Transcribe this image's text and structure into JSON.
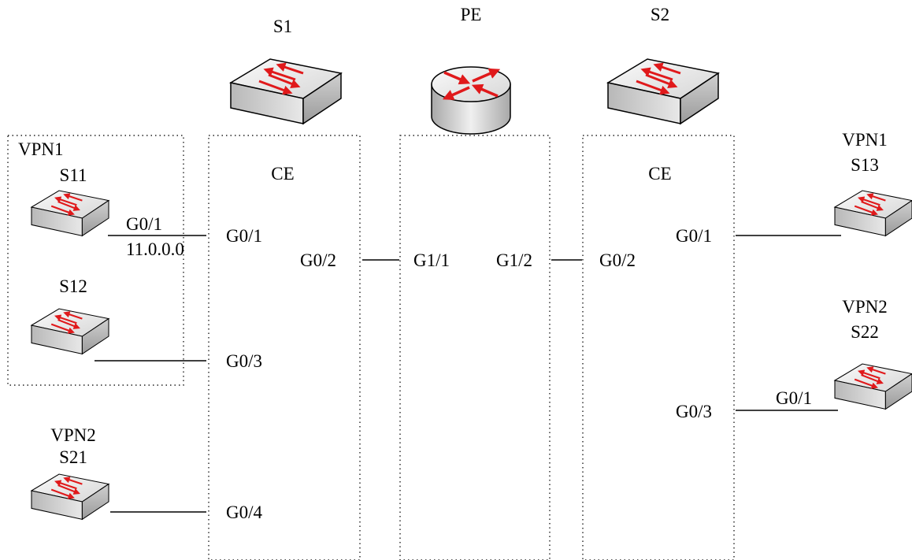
{
  "devices": {
    "s1": {
      "name": "S1",
      "role": "CE"
    },
    "pe": {
      "name": "PE"
    },
    "s2": {
      "name": "S2",
      "role": "CE"
    },
    "s11": {
      "name": "S11"
    },
    "s12": {
      "name": "S12"
    },
    "s13": {
      "name": "S13"
    },
    "s21": {
      "name": "S21"
    },
    "s22": {
      "name": "S22"
    }
  },
  "vpns": {
    "vpn1_group": "VPN1",
    "vpn1_s13": "VPN1",
    "vpn2_s21": "VPN2",
    "vpn2_s22": "VPN2"
  },
  "ports": {
    "s11_g01": "G0/1",
    "s11_addr": "11.0.0.0",
    "s1_g01": "G0/1",
    "s1_g02": "G0/2",
    "s1_g03": "G0/3",
    "s1_g04": "G0/4",
    "pe_g11": "G1/1",
    "pe_g12": "G1/2",
    "s2_g02": "G0/2",
    "s2_g01": "G0/1",
    "s2_g03": "G0/3",
    "s22_g01": "G0/1"
  },
  "icons": {
    "switch": "switch-icon",
    "router": "router-icon",
    "accent": "#e0191b"
  }
}
